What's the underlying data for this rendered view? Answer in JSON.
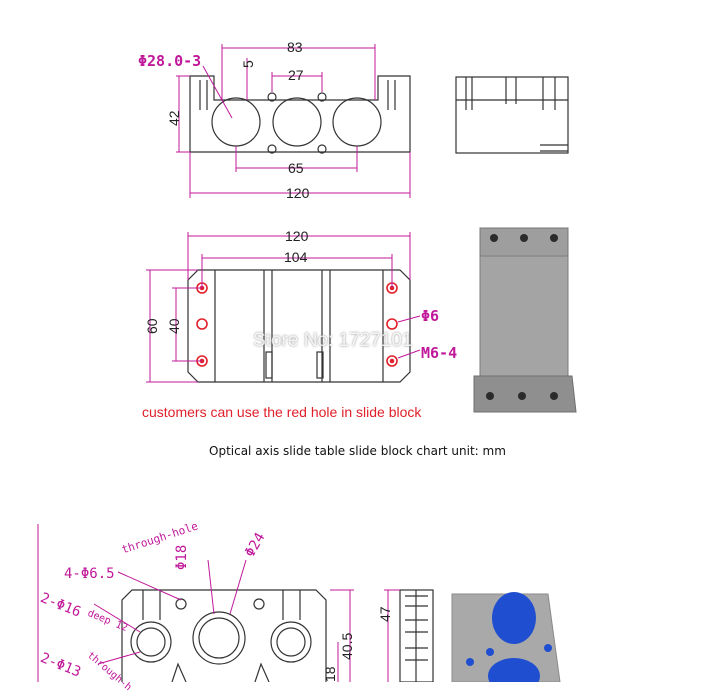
{
  "top_drawing": {
    "dim_83": "83",
    "dim_27": "27",
    "dim_5": "5",
    "dim_42": "42",
    "dim_65": "65",
    "dim_120": "120",
    "hole_label": "Φ28.0-3"
  },
  "middle_drawing": {
    "dim_120": "120",
    "dim_104": "104",
    "dim_60": "60",
    "dim_40": "40",
    "hole_label_6": "Φ6",
    "hole_label_m6": "M6-4"
  },
  "watermark": "Store No: 1727101",
  "note": "customers can use the red hole in slide block",
  "caption": "Optical axis slide table slide block chart unit: mm",
  "bottom_drawing": {
    "label_through_small": "4-Φ6.5",
    "label_through_small_note": "through-hole",
    "label_phi18": "Φ18",
    "label_phi24": "Φ24",
    "label_phi16": "2-Φ16",
    "label_phi16_note": "deep 12",
    "label_phi13": "2-Φ13",
    "label_phi13_note": "through-h",
    "dim_405": "40.5",
    "dim_18": "18",
    "dim_47": "47"
  },
  "colors": {
    "dimension_lines": "#c0189a",
    "red_holes": "#e0202a",
    "drawing_lines": "#333333",
    "photo_metal": "#9a9a9a",
    "photo_blue": "#1f4fd0"
  }
}
